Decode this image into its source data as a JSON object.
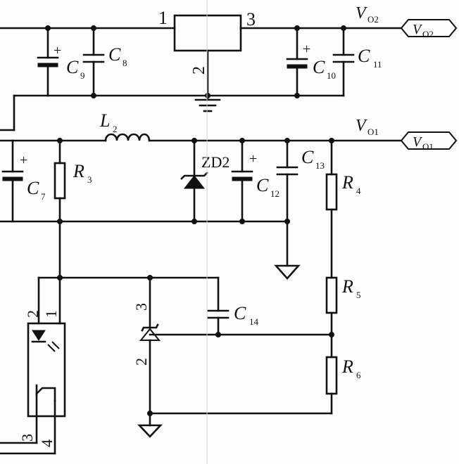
{
  "regulator": {
    "pin1": "1",
    "pin2": "2",
    "pin3": "3"
  },
  "outputs": {
    "vo2_label": "V",
    "vo2_sub": "O2",
    "vo2_tag": "V",
    "vo2_tag_sub": "O2",
    "vo1_label": "V",
    "vo1_sub": "O1",
    "vo1_tag": "V",
    "vo1_tag_sub": "O1"
  },
  "capacitors": {
    "c8": {
      "l": "C",
      "s": "8"
    },
    "c9": {
      "l": "C",
      "s": "9",
      "pol": "+"
    },
    "c10": {
      "l": "C",
      "s": "10",
      "pol": "+"
    },
    "c11": {
      "l": "C",
      "s": "11"
    },
    "c7": {
      "l": "C",
      "s": "7",
      "pol": "+"
    },
    "c12": {
      "l": "C",
      "s": "12",
      "pol": "+"
    },
    "c13": {
      "l": "C",
      "s": "13"
    },
    "c14": {
      "l": "C",
      "s": "14"
    }
  },
  "inductor": {
    "l": "L",
    "s": "2"
  },
  "zener": {
    "label": "ZD2"
  },
  "resistors": {
    "r3": {
      "l": "R",
      "s": "3"
    },
    "r4": {
      "l": "R",
      "s": "4"
    },
    "r5": {
      "l": "R",
      "s": "5"
    },
    "r6": {
      "l": "R",
      "s": "6"
    }
  },
  "optocoupler": {
    "p1": "1",
    "p2": "2",
    "p3": "3",
    "p4": "4"
  },
  "shunt_regulator": {
    "p2": "2",
    "p3": "3"
  }
}
